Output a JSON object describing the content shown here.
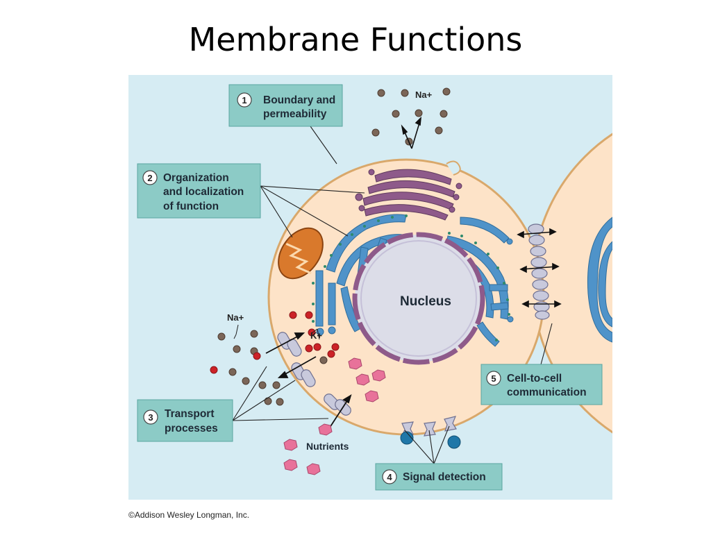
{
  "slide": {
    "title": "Membrane Functions"
  },
  "figure": {
    "callouts": [
      {
        "number": "1",
        "line1": "Boundary and",
        "line2": "permeability",
        "line3": ""
      },
      {
        "number": "2",
        "line1": "Organization",
        "line2": "and localization",
        "line3": "of function"
      },
      {
        "number": "3",
        "line1": "Transport",
        "line2": "processes",
        "line3": ""
      },
      {
        "number": "4",
        "line1": "Signal detection",
        "line2": "",
        "line3": ""
      },
      {
        "number": "5",
        "line1": "Cell-to-cell",
        "line2": "communication",
        "line3": ""
      }
    ],
    "nucleus_label": "Nucleus",
    "ion_na_top": "Na+",
    "ion_na_left": "Na+",
    "ion_k": "K+",
    "nutrients_label": "Nutrients",
    "colors": {
      "background": "#d6ecf3",
      "callout_box": "#8ccbc6",
      "cytoplasm": "#fde3c8",
      "membrane": "#d9a86b",
      "nucleus": "#dcdde8",
      "er": "#4f93c9",
      "golgi": "#8e5a8a",
      "mitochondrion": "#d9792c",
      "na_ion": "#7b6658",
      "k_ion": "#cc2227",
      "nutrient": "#e8729a",
      "signal": "#1f77a8"
    }
  },
  "credit": "©Addison Wesley Longman, Inc."
}
